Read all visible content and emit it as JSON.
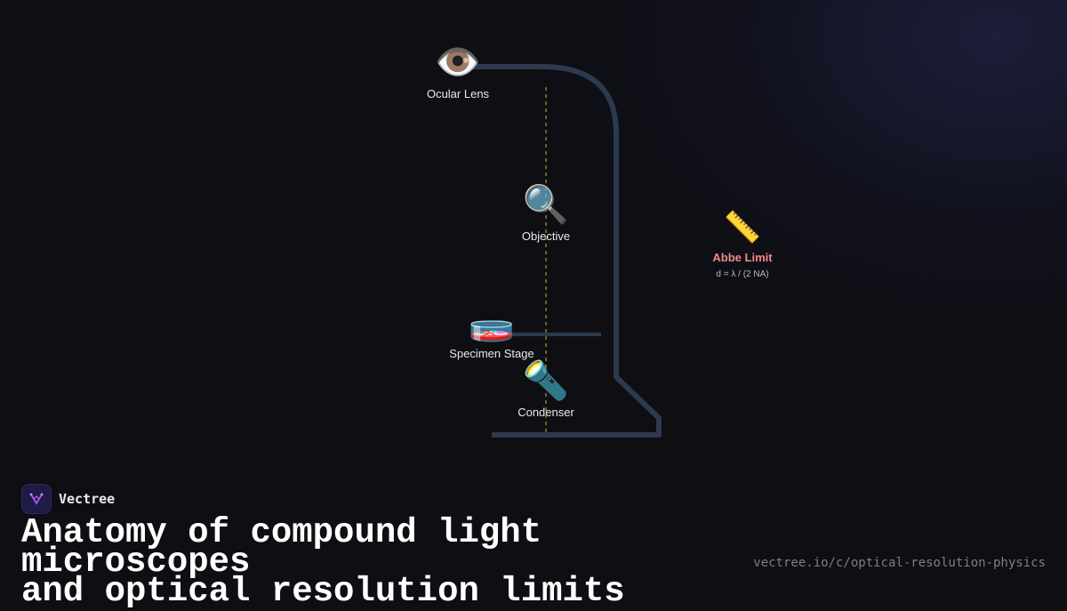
{
  "diagram": {
    "nodes": [
      {
        "id": "ocular",
        "label": "Ocular Lens",
        "icon": "eye-icon",
        "glyph": "👁️"
      },
      {
        "id": "objective",
        "label": "Objective",
        "icon": "magnifying-glass-icon",
        "glyph": "🔍"
      },
      {
        "id": "stage",
        "label": "Specimen Stage",
        "icon": "petri-dish-icon",
        "glyph": "🧫"
      },
      {
        "id": "condenser",
        "label": "Condenser",
        "icon": "flashlight-icon",
        "glyph": "🔦"
      }
    ],
    "annotation": {
      "label": "Abbe Limit",
      "formula": "d = λ / (2 NA)",
      "icon": "ruler-icon",
      "glyph": "📏",
      "color": "#f08a8a"
    },
    "colors": {
      "frame": "#2c3a4e",
      "optical_axis": "#8a8a3a"
    }
  },
  "brand": {
    "name": "Vectree",
    "icon": "vectree-logo-icon"
  },
  "title": {
    "line1": "Anatomy of compound light microscopes",
    "line2": "and optical resolution limits"
  },
  "url": "vectree.io/c/optical-resolution-physics"
}
